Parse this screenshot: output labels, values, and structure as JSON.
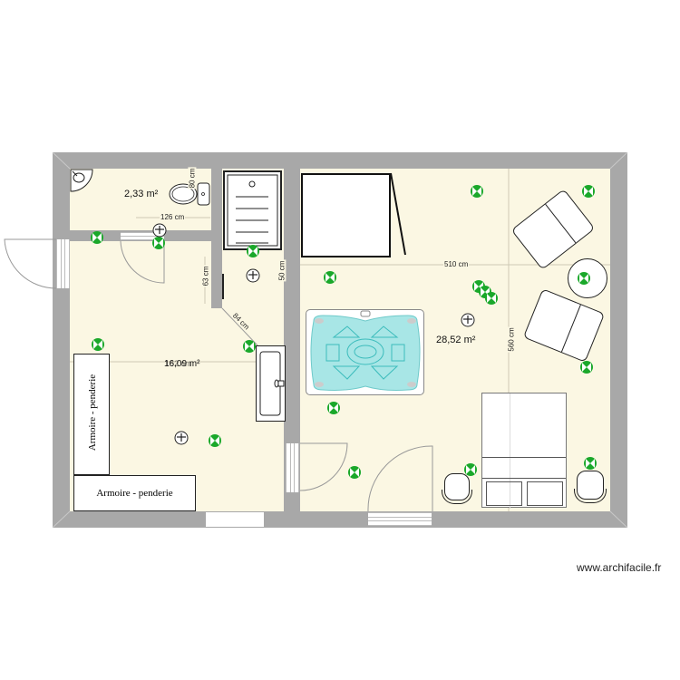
{
  "plan": {
    "rooms": [
      {
        "id": "wc",
        "area_label": "2,33 m²"
      },
      {
        "id": "entry",
        "area_label": "16,09 m²",
        "overlap_label": "162 cm"
      },
      {
        "id": "bedroom",
        "area_label": "28,52 m²"
      }
    ],
    "dimensions": {
      "wc_width": "126 cm",
      "wc_height": "80 cm",
      "partition_63": "63 cm",
      "partition_50": "50 cm",
      "diagonal_84": "84 cm",
      "bedroom_width": "510 cm",
      "bedroom_height": "560 cm"
    },
    "furniture": {
      "wardrobe_vertical": "Armoire - penderie",
      "wardrobe_horizontal": "Armoire - penderie"
    },
    "icons": {
      "light": "ceiling-light-icon",
      "outlet": "power-outlet-icon"
    },
    "colors": {
      "wall": "#a8a8a8",
      "floor": "#fbf7e3",
      "light_green": "#1aa82a",
      "spa_water": "#a8e6e6"
    }
  },
  "watermark": "www.archifacile.fr"
}
